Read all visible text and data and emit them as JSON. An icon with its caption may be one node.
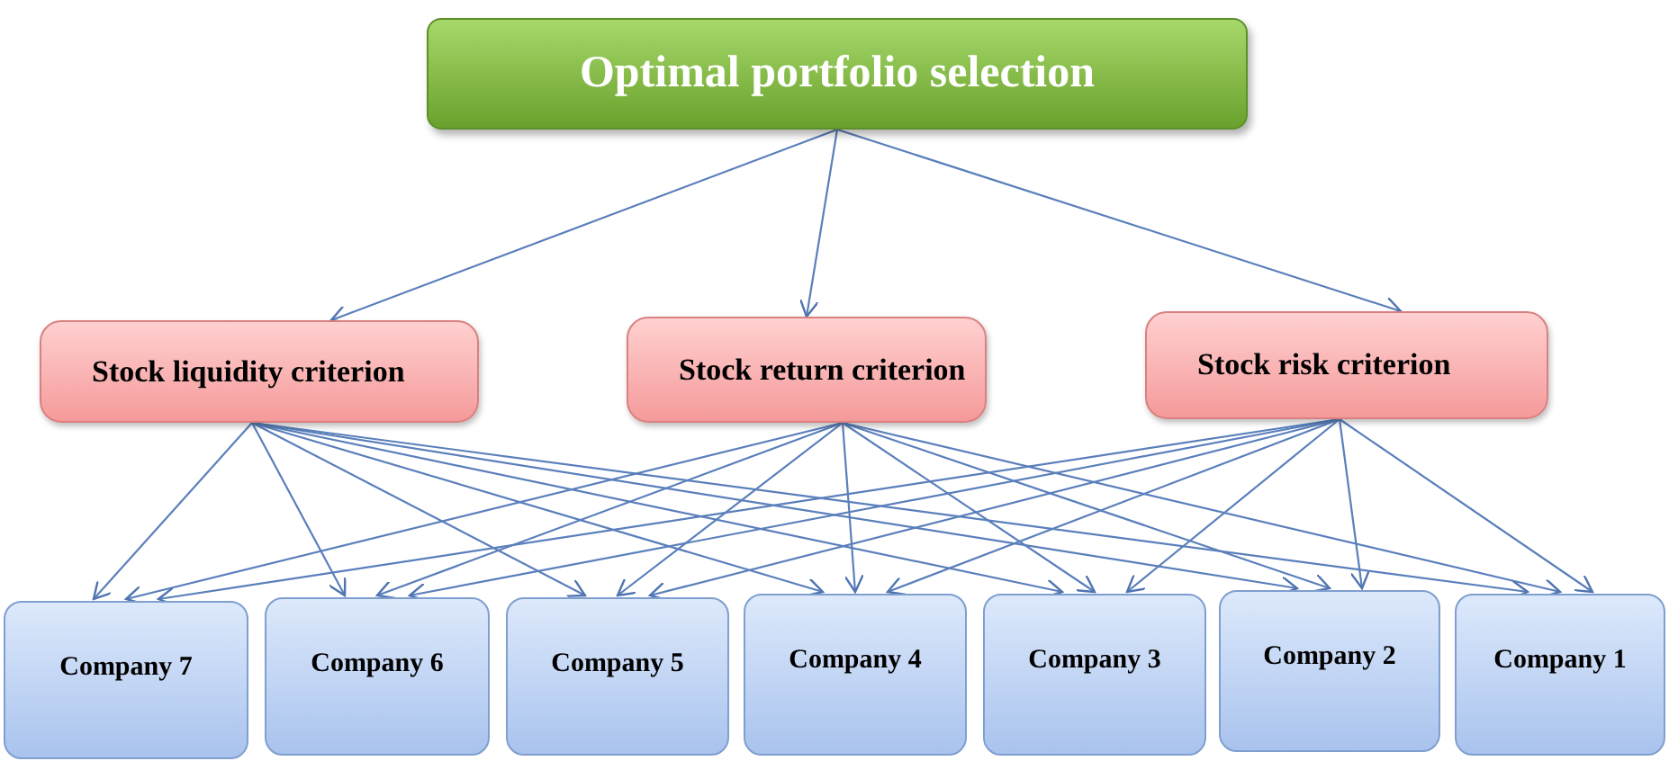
{
  "diagram": {
    "nodes": [
      {
        "text": [
          "Optimal portfolio selection"
        ]
      },
      {
        "text": [
          "Stock liquidity criterion"
        ]
      },
      {
        "text": [
          "Stock return criterion"
        ]
      },
      {
        "text": [
          "Stock risk criterion"
        ]
      },
      {
        "text": [
          "Company 7"
        ]
      },
      {
        "text": [
          "Company 6"
        ]
      },
      {
        "text": [
          "Company 5"
        ]
      },
      {
        "text": [
          "Company 4"
        ]
      },
      {
        "text": [
          "Company 3"
        ]
      },
      {
        "text": [
          "Company 2"
        ]
      },
      {
        "text": [
          "Company 1"
        ]
      }
    ],
    "edges": [
      {
        "from": 0,
        "to": 1,
        "arrow": "to"
      },
      {
        "from": 0,
        "to": 2,
        "arrow": "to"
      },
      {
        "from": 0,
        "to": 3,
        "arrow": "to"
      },
      {
        "from": 1,
        "to": 4,
        "arrow": "to"
      },
      {
        "from": 1,
        "to": 5,
        "arrow": "to"
      },
      {
        "from": 1,
        "to": 6,
        "arrow": "to"
      },
      {
        "from": 1,
        "to": 7,
        "arrow": "to"
      },
      {
        "from": 1,
        "to": 8,
        "arrow": "to"
      },
      {
        "from": 1,
        "to": 9,
        "arrow": "to"
      },
      {
        "from": 1,
        "to": 10,
        "arrow": "to"
      },
      {
        "from": 2,
        "to": 4,
        "arrow": "to"
      },
      {
        "from": 2,
        "to": 5,
        "arrow": "to"
      },
      {
        "from": 2,
        "to": 6,
        "arrow": "to"
      },
      {
        "from": 2,
        "to": 7,
        "arrow": "to"
      },
      {
        "from": 2,
        "to": 8,
        "arrow": "to"
      },
      {
        "from": 2,
        "to": 9,
        "arrow": "to"
      },
      {
        "from": 2,
        "to": 10,
        "arrow": "to"
      },
      {
        "from": 3,
        "to": 4,
        "arrow": "to"
      },
      {
        "from": 3,
        "to": 5,
        "arrow": "to"
      },
      {
        "from": 3,
        "to": 6,
        "arrow": "to"
      },
      {
        "from": 3,
        "to": 7,
        "arrow": "to"
      },
      {
        "from": 3,
        "to": 8,
        "arrow": "to"
      },
      {
        "from": 3,
        "to": 9,
        "arrow": "to"
      },
      {
        "from": 3,
        "to": 10,
        "arrow": "to"
      }
    ]
  }
}
